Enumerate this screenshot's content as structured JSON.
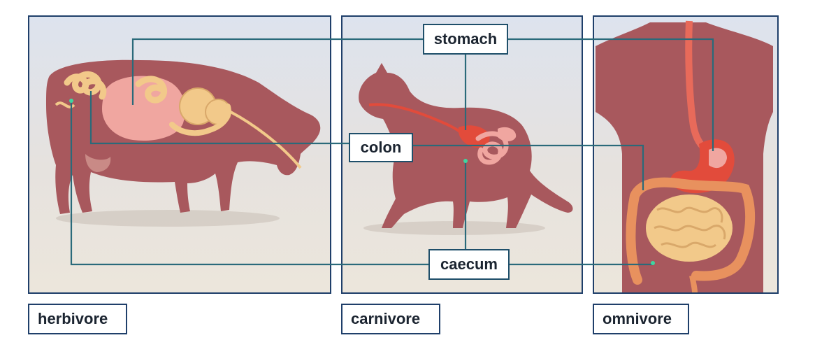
{
  "panels": {
    "herbivore": {
      "caption": "herbivore"
    },
    "carnivore": {
      "caption": "carnivore"
    },
    "omnivore": {
      "caption": "omnivore"
    }
  },
  "labels": {
    "stomach": "stomach",
    "colon": "colon",
    "caecum": "caecum"
  },
  "colors": {
    "frame": "#1f3f6a",
    "leader_line": "#2a6a7a",
    "body": "#a8585d",
    "organ_pink": "#f0a6a0",
    "intestine": "#f2c98a",
    "stomach_red": "#e24b3b"
  },
  "icons": [
    "cow-illustration",
    "cat-illustration",
    "human-torso-illustration"
  ]
}
